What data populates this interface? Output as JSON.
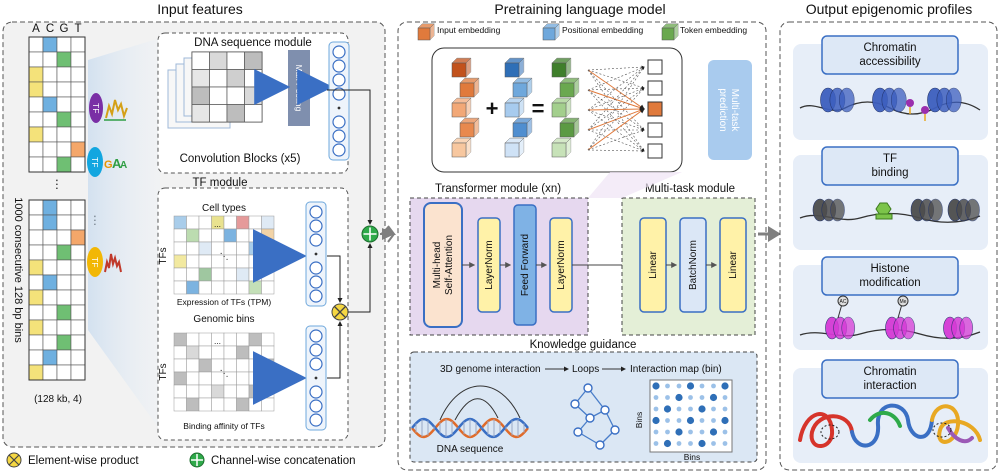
{
  "panels": {
    "input": "Input features",
    "pretrain": "Pretraining language model",
    "output": "Output epigenomic profiles"
  },
  "input": {
    "bases": [
      "A",
      "C",
      "G",
      "T"
    ],
    "axis_label": "1000 consecutive 128 bp bins",
    "ellipsis": "⋮",
    "shape_label": "(128 kb, 4)",
    "tf_label": "TF",
    "dna_module": "DNA sequence module",
    "max_pooling": "Max Pooling",
    "conv_blocks": "Convolution Blocks (x5)",
    "tf_module": "TF module",
    "cell_types": "Cell types",
    "tfs": "TFs",
    "expression": "Expression of TFs (TPM)",
    "genomic_bins": "Genomic bins",
    "binding": "Binding affinity of TFs",
    "dots": "...",
    "diag": "⋱"
  },
  "legend": {
    "elementwise": "Element-wise product",
    "channelwise": "Channel-wise concatenation"
  },
  "pretrain": {
    "input_embedding": "Input embedding",
    "positional_embedding": "Positional embedding",
    "token_embedding": "Token embedding",
    "plus": "+",
    "equals": "=",
    "multitask_prediction": "Multi-task prediction",
    "transformer_module": "Transformer module (xn)",
    "multitask_module": "Multi-task module",
    "mhsa": "Multi-head Self-Attention",
    "layernorm": "LayerNorm",
    "feedforward": "Feed Forward",
    "linear": "Linear",
    "batchnorm": "BatchNorm",
    "knowledge": "Knowledge guidance",
    "genome_3d": "3D genome interaction",
    "loops": "Loops",
    "interaction_map": "Interaction map (bin)",
    "dna_sequence": "DNA sequence",
    "bins": "Bins"
  },
  "outputs": {
    "chromatin_accessibility": "Chromatin accessibility",
    "tf_binding": "TF binding",
    "histone_modification": "Histone modification",
    "chromatin_interaction": "Chromatin interaction",
    "ac_mark": "AC",
    "me_mark": "Me"
  },
  "colors": {
    "input_embedding": "#e07a3c",
    "positional_embedding": "#6fa8dc",
    "token_embedding": "#6aa84f",
    "transformer_bg": "#e6d8ef",
    "multitask_bg": "#e4efd7",
    "knowledge_bg": "#dbe7f4",
    "norm_block": "#fff2a8",
    "blue_block": "#7fb2e5",
    "arrow": "#7f7f7f",
    "nucleosome": "#3d5fbf",
    "histone": "#d63ad6"
  }
}
